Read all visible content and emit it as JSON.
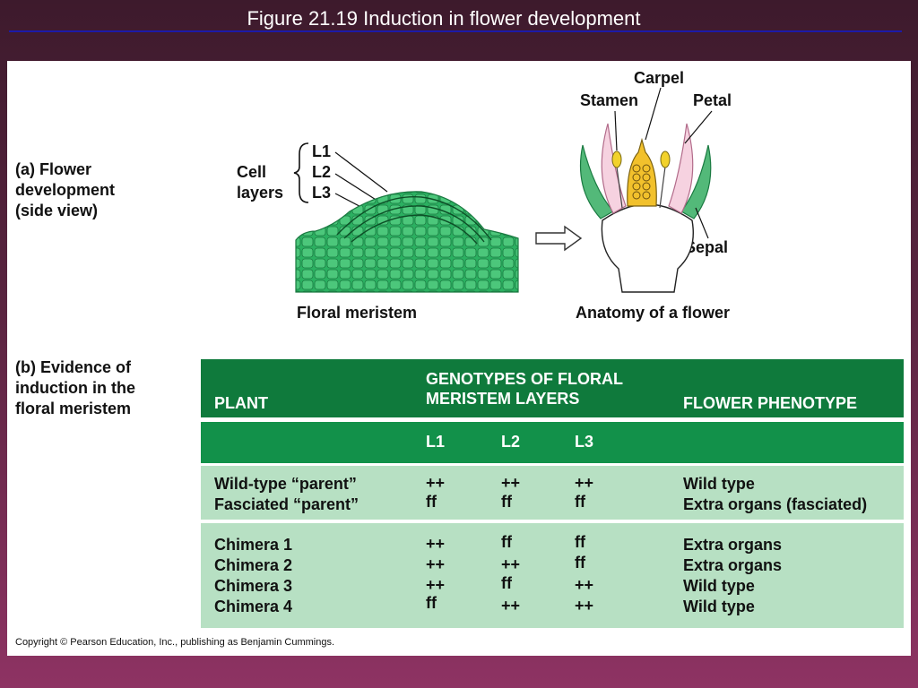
{
  "title": "Figure 21.19  Induction in flower development",
  "part_a": {
    "label": "(a) Flower\n      development\n      (side view)",
    "cell_layers": "Cell\nlayers",
    "layers": [
      "L1",
      "L2",
      "L3"
    ],
    "meristem_caption": "Floral meristem",
    "flower_caption": "Anatomy of a flower",
    "parts": {
      "carpel": "Carpel",
      "stamen": "Stamen",
      "petal": "Petal",
      "sepal": "Sepal"
    }
  },
  "part_b": {
    "label": "(b) Evidence of\n      induction in the\n      floral meristem"
  },
  "table": {
    "header_plant": "PLANT",
    "header_genotypes": "GENOTYPES OF FLORAL\nMERISTEM LAYERS",
    "header_phenotype": "FLOWER PHENOTYPE",
    "layer_headers": [
      "L1",
      "L2",
      "L3"
    ],
    "group1": [
      {
        "plant": "Wild-type “parent”",
        "l1": "++",
        "l2": "++",
        "l3": "++",
        "phenotype": "Wild type"
      },
      {
        "plant": "Fasciated “parent”",
        "l1": "ff",
        "l2": "ff",
        "l3": "ff",
        "phenotype": "Extra organs (fasciated)"
      }
    ],
    "group2": [
      {
        "plant": "Chimera 1",
        "l1": "++",
        "l2": "ff",
        "l3": "ff",
        "phenotype": "Extra organs"
      },
      {
        "plant": "Chimera 2",
        "l1": "++",
        "l2": "++",
        "l3": "ff",
        "phenotype": "Extra organs"
      },
      {
        "plant": "Chimera 3",
        "l1": "++",
        "l2": "ff",
        "l3": "++",
        "phenotype": "Wild type"
      },
      {
        "plant": "Chimera 4",
        "l1": "ff",
        "l2": "++",
        "l3": "++",
        "phenotype": "Wild type"
      }
    ]
  },
  "copyright": "Copyright © Pearson Education, Inc., publishing as Benjamin Cummings.",
  "colors": {
    "table_header": "#0f7a3c",
    "table_subheader": "#12914a",
    "table_body": "#b7e0c3",
    "meristem": "#2bb061"
  }
}
